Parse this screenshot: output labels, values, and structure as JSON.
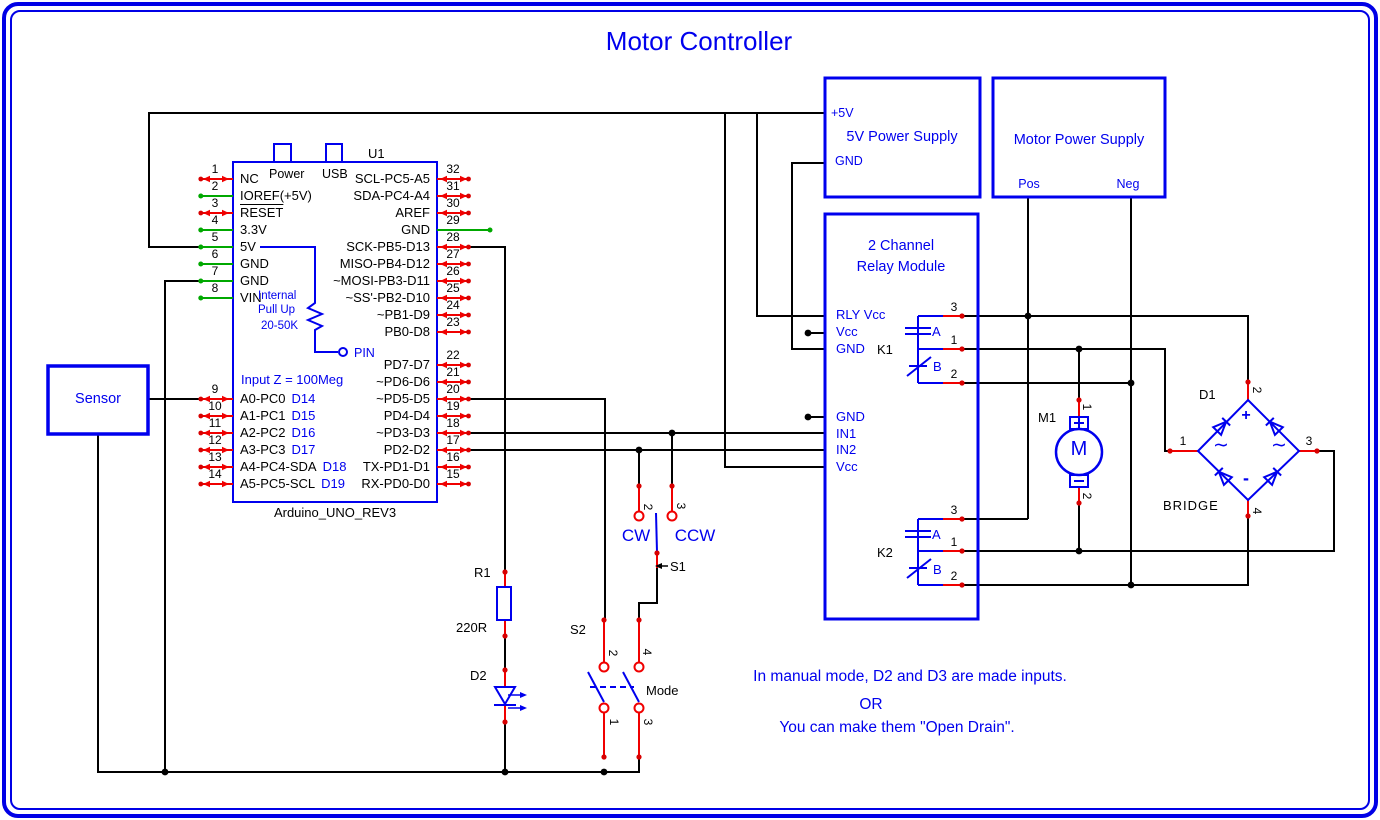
{
  "title": "Motor Controller",
  "arduino": {
    "ref": "U1",
    "footer": "Arduino_UNO_REV3",
    "power_label": "Power",
    "usb_label": "USB",
    "pullup_line1": "Internal",
    "pullup_line2": "Pull Up",
    "pullup_value": "20-50K",
    "pin_label": "PIN",
    "input_z": "Input Z = 100Meg",
    "left_pins_upper": [
      {
        "num": "1",
        "name": "NC"
      },
      {
        "num": "2",
        "name": "IOREF(+5V)"
      },
      {
        "num": "3",
        "name": "RESET"
      },
      {
        "num": "4",
        "name": "3.3V"
      },
      {
        "num": "5",
        "name": "5V"
      },
      {
        "num": "6",
        "name": "GND"
      },
      {
        "num": "7",
        "name": "GND"
      },
      {
        "num": "8",
        "name": "VIN"
      }
    ],
    "left_pins_lower": [
      {
        "num": "9",
        "name": "A0-PC0",
        "d": "D14"
      },
      {
        "num": "10",
        "name": "A1-PC1",
        "d": "D15"
      },
      {
        "num": "11",
        "name": "A2-PC2",
        "d": "D16"
      },
      {
        "num": "12",
        "name": "A3-PC3",
        "d": "D17"
      },
      {
        "num": "13",
        "name": "A4-PC4-SDA",
        "d": "D18"
      },
      {
        "num": "14",
        "name": "A5-PC5-SCL",
        "d": "D19"
      }
    ],
    "right_pins_upper": [
      {
        "num": "32",
        "name": "SCL-PC5-A5"
      },
      {
        "num": "31",
        "name": "SDA-PC4-A4"
      },
      {
        "num": "30",
        "name": "AREF"
      },
      {
        "num": "29",
        "name": "GND"
      },
      {
        "num": "28",
        "name": "SCK-PB5-D13"
      },
      {
        "num": "27",
        "name": "MISO-PB4-D12"
      },
      {
        "num": "26",
        "name": "~MOSI-PB3-D11"
      },
      {
        "num": "25",
        "name": "~SS'-PB2-D10"
      },
      {
        "num": "24",
        "name": "~PB1-D9"
      },
      {
        "num": "23",
        "name": "PB0-D8"
      }
    ],
    "right_pins_lower": [
      {
        "num": "22",
        "name": "PD7-D7"
      },
      {
        "num": "21",
        "name": "~PD6-D6"
      },
      {
        "num": "20",
        "name": "~PD5-D5"
      },
      {
        "num": "19",
        "name": "PD4-D4"
      },
      {
        "num": "18",
        "name": "~PD3-D3"
      },
      {
        "num": "17",
        "name": "PD2-D2"
      },
      {
        "num": "16",
        "name": "TX-PD1-D1"
      },
      {
        "num": "15",
        "name": "RX-PD0-D0"
      }
    ]
  },
  "sensor": {
    "label": "Sensor"
  },
  "psu5": {
    "title": "5V Power Supply",
    "pin_plus": "+5V",
    "pin_gnd": "GND"
  },
  "psu_motor": {
    "title": "Motor Power Supply",
    "pos": "Pos",
    "neg": "Neg"
  },
  "relay_module": {
    "title_line1": "2 Channel",
    "title_line2": "Relay Module",
    "pins_top": [
      "RLY Vcc",
      "Vcc",
      "GND"
    ],
    "pins_bottom": [
      "GND",
      "IN1",
      "IN2",
      "Vcc"
    ],
    "k1": {
      "ref": "K1",
      "a": "A",
      "b": "B",
      "nums": [
        "3",
        "1",
        "2"
      ]
    },
    "k2": {
      "ref": "K2",
      "a": "A",
      "b": "B",
      "nums": [
        "3",
        "1",
        "2"
      ]
    }
  },
  "motor": {
    "ref": "M1",
    "symbol": "M",
    "pin1": "1",
    "pin2": "2"
  },
  "bridge": {
    "ref": "D1",
    "label": "BRIDGE",
    "p1": "1",
    "p2": "2",
    "p3": "3",
    "p4": "4",
    "plus": "+",
    "minus": "-",
    "ac_left": "∼",
    "ac_right": "∼"
  },
  "led_branch": {
    "r_ref": "R1",
    "r_value": "220R",
    "d_ref": "D2"
  },
  "switches": {
    "cw": "CW",
    "ccw": "CCW",
    "s1": "S1",
    "s2": "S2",
    "mode": "Mode",
    "s1_nums": [
      "2",
      "3"
    ],
    "s2_nums": [
      "2",
      "4",
      "1",
      "3"
    ]
  },
  "notes": [
    "In manual mode, D2 and D3 are made inputs.",
    "OR",
    "You can make them \"Open Drain\"."
  ],
  "colors": {
    "blue": "#0000EE",
    "wire": "#000000",
    "pin_red": "#F00000",
    "pin_green": "#00A800",
    "border": "#0000E6"
  }
}
